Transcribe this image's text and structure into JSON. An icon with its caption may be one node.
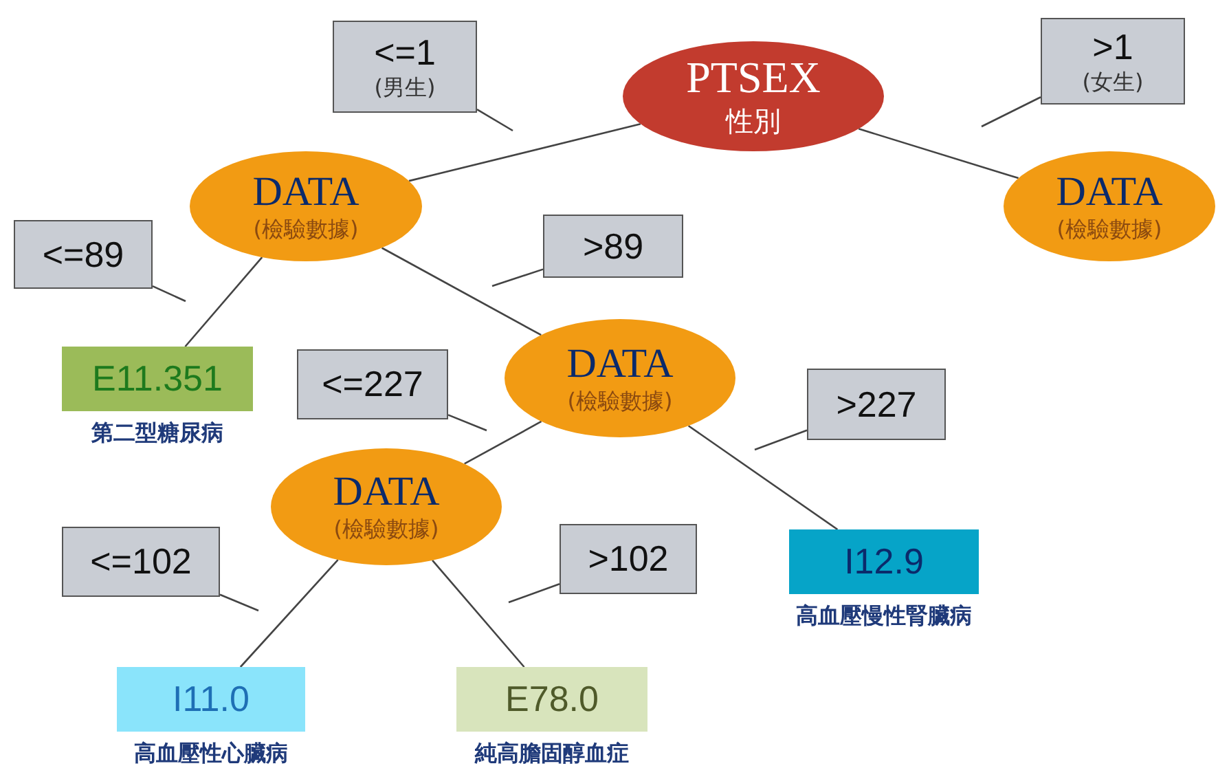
{
  "diagram": {
    "nodes": [
      {
        "text": [
          "PTSEX",
          "性別"
        ]
      },
      {
        "text": [
          "<=1",
          "(男生)"
        ]
      },
      {
        "text": [
          ">1",
          "(女生)"
        ]
      },
      {
        "text": [
          "DATA",
          "(檢驗數據)"
        ]
      },
      {
        "text": [
          "DATA",
          "(檢驗數據)"
        ]
      },
      {
        "text": [
          "<=89"
        ]
      },
      {
        "text": [
          "E11.351"
        ],
        "beside": [
          "第二型糖尿病"
        ]
      },
      {
        "text": [
          ">89"
        ]
      },
      {
        "text": [
          "DATA",
          "(檢驗數據)"
        ]
      },
      {
        "text": [
          "<=227"
        ]
      },
      {
        "text": [
          ">227"
        ]
      },
      {
        "text": [
          "I12.9"
        ],
        "beside": [
          "高血壓慢性腎臟病"
        ]
      },
      {
        "text": [
          "DATA",
          "(檢驗數據)"
        ]
      },
      {
        "text": [
          "<=102"
        ]
      },
      {
        "text": [
          ">102"
        ]
      },
      {
        "text": [
          "I11.0"
        ],
        "beside": [
          "高血壓性心臟病"
        ]
      },
      {
        "text": [
          "E78.0"
        ],
        "beside": [
          "純高膽固醇血症"
        ]
      }
    ],
    "edges": [
      {
        "from": 0,
        "to": 4,
        "arrow": "none"
      },
      {
        "from": 0,
        "to": 3,
        "arrow": "none"
      },
      {
        "from": 4,
        "to": 6,
        "arrow": "none"
      },
      {
        "from": 4,
        "to": 8,
        "arrow": "none"
      },
      {
        "from": 8,
        "to": 12,
        "arrow": "none"
      },
      {
        "from": 8,
        "to": 11,
        "arrow": "none"
      },
      {
        "from": 12,
        "to": 15,
        "arrow": "none"
      },
      {
        "from": 12,
        "to": 16,
        "arrow": "none"
      },
      {
        "from": 1,
        "to": null,
        "arrow": "none"
      },
      {
        "from": 2,
        "to": null,
        "arrow": "none"
      },
      {
        "from": 5,
        "to": null,
        "arrow": "none"
      },
      {
        "from": 7,
        "to": null,
        "arrow": "none"
      },
      {
        "from": 9,
        "to": null,
        "arrow": "none"
      },
      {
        "from": 10,
        "to": null,
        "arrow": "none"
      },
      {
        "from": 13,
        "to": null,
        "arrow": "none"
      },
      {
        "from": 14,
        "to": null,
        "arrow": "none"
      }
    ]
  }
}
